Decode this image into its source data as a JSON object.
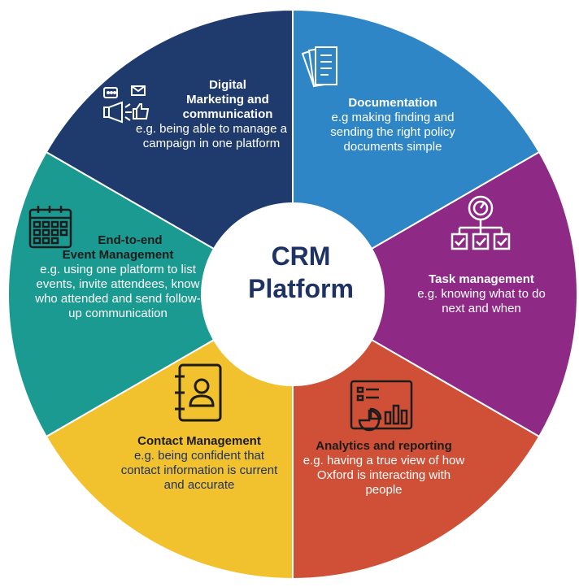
{
  "center": {
    "line1": "CRM",
    "line2": "Platform"
  },
  "segments": [
    {
      "id": "digital",
      "title_line1": "Digital",
      "title_line2": "Marketing and",
      "title_line3": "communication",
      "desc": "e.g. being able to manage a campaign in one platform",
      "color": "#1f3b6e",
      "icon": "megaphone-icon"
    },
    {
      "id": "documentation",
      "title": "Documentation",
      "desc": "e.g making finding and sending the right policy documents simple",
      "color": "#2f86c6",
      "icon": "documents-icon"
    },
    {
      "id": "task",
      "title": "Task management",
      "desc": "e.g. knowing what to do next and when",
      "color": "#8e2a86",
      "icon": "task-flow-icon"
    },
    {
      "id": "analytics",
      "title": "Analytics and reporting",
      "desc": "e.g. having a true view of how Oxford is interacting with people",
      "color": "#cf5036",
      "icon": "dashboard-chart-icon"
    },
    {
      "id": "contact",
      "title": "Contact Management",
      "desc": "e.g. being confident that contact information is current and accurate",
      "color": "#f2c12e",
      "icon": "address-book-icon"
    },
    {
      "id": "event",
      "title_line1": "End-to-end",
      "title_line2": "Event Management",
      "desc": "e.g. using one platform to list events, invite attendees, know who attended and send follow-up communication",
      "color": "#1a9a90",
      "icon": "calendar-icon"
    }
  ]
}
